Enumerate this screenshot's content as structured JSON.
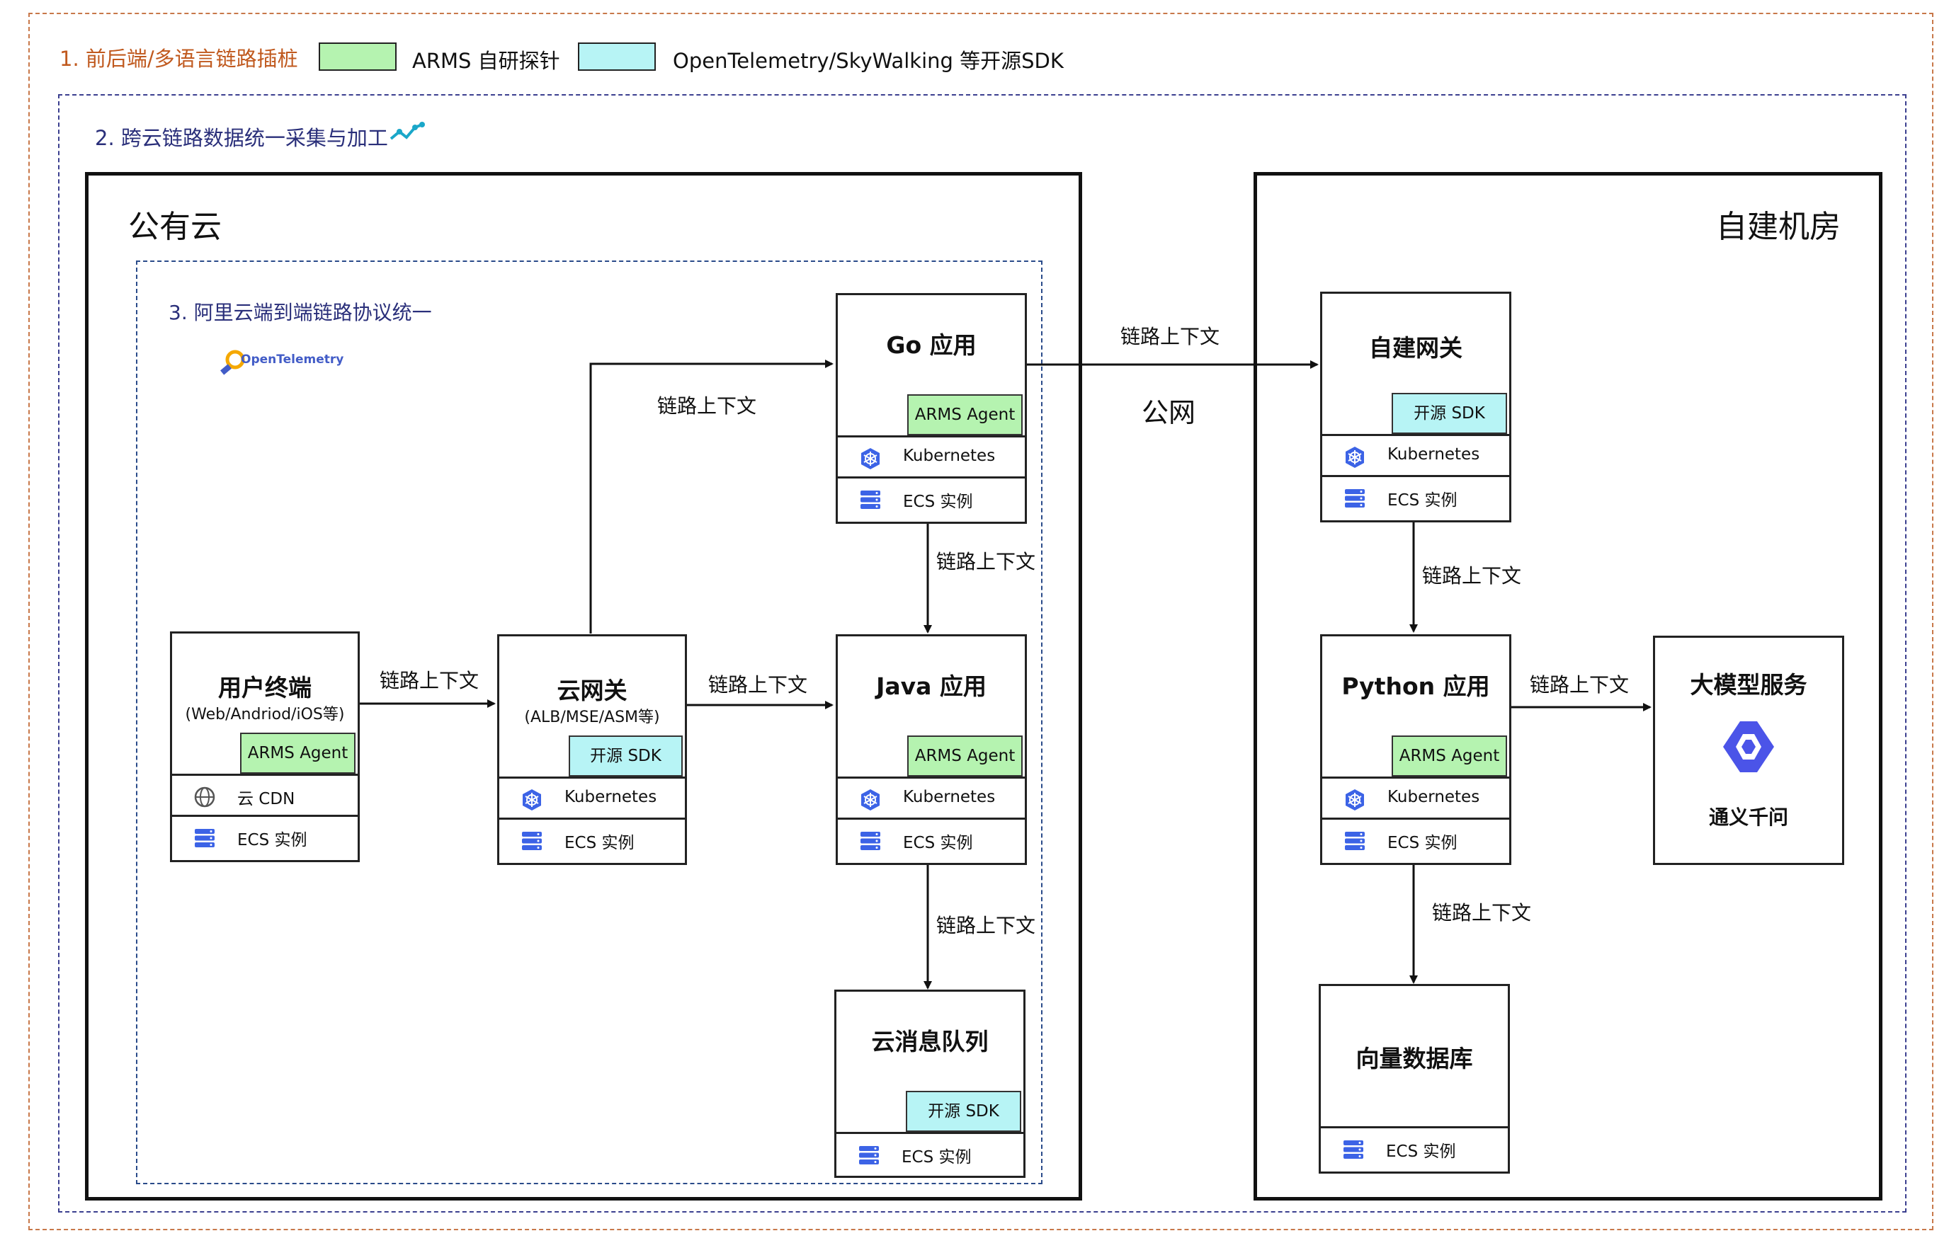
{
  "legend": {
    "item1": "1. 前后端/多语言链路插桩",
    "arms": "ARMS 自研探针",
    "opensdk": "OpenTelemetry/SkyWalking 等开源SDK"
  },
  "section2_label": "2. 跨云链路数据统一采集与加工",
  "section3_label": "3. 阿里云端到端链路协议统一",
  "otel_logo_text": "OpenTelemetry",
  "regions": {
    "public": "公有云",
    "private": "自建机房"
  },
  "colors": {
    "arms_green": "#b5f3b0",
    "open_sdk_cyan": "#b7f4f5",
    "legend_orange": "#c0591e",
    "section_blue": "#2a2f7a",
    "icon_blue": "#3c63e6"
  },
  "common": {
    "arms_agent": "ARMS Agent",
    "open_sdk": "开源 SDK",
    "kubernetes": "Kubernetes",
    "ecs": "ECS 实例",
    "cdn": "云 CDN",
    "link_ctx": "链路上下文",
    "public_net": "公网"
  },
  "nodes": {
    "user": {
      "title": "用户终端",
      "sub": "(Web/Andriod/iOS等)"
    },
    "gateway": {
      "title": "云网关",
      "sub": "(ALB/MSE/ASM等)"
    },
    "go": {
      "title": "Go 应用"
    },
    "java": {
      "title": "Java 应用"
    },
    "mq": {
      "title": "云消息队列"
    },
    "selfgw": {
      "title": "自建网关"
    },
    "python": {
      "title": "Python 应用"
    },
    "llm": {
      "title": "大模型服务",
      "sub": "通义千问"
    },
    "vectordb": {
      "title": "向量数据库"
    }
  },
  "icons": {
    "kubernetes": "kubernetes-helm-icon",
    "ecs": "server-stack-icon",
    "cdn": "globe-icon",
    "qwen": "tongyi-qwen-logo-icon",
    "trend": "trend-line-icon"
  }
}
